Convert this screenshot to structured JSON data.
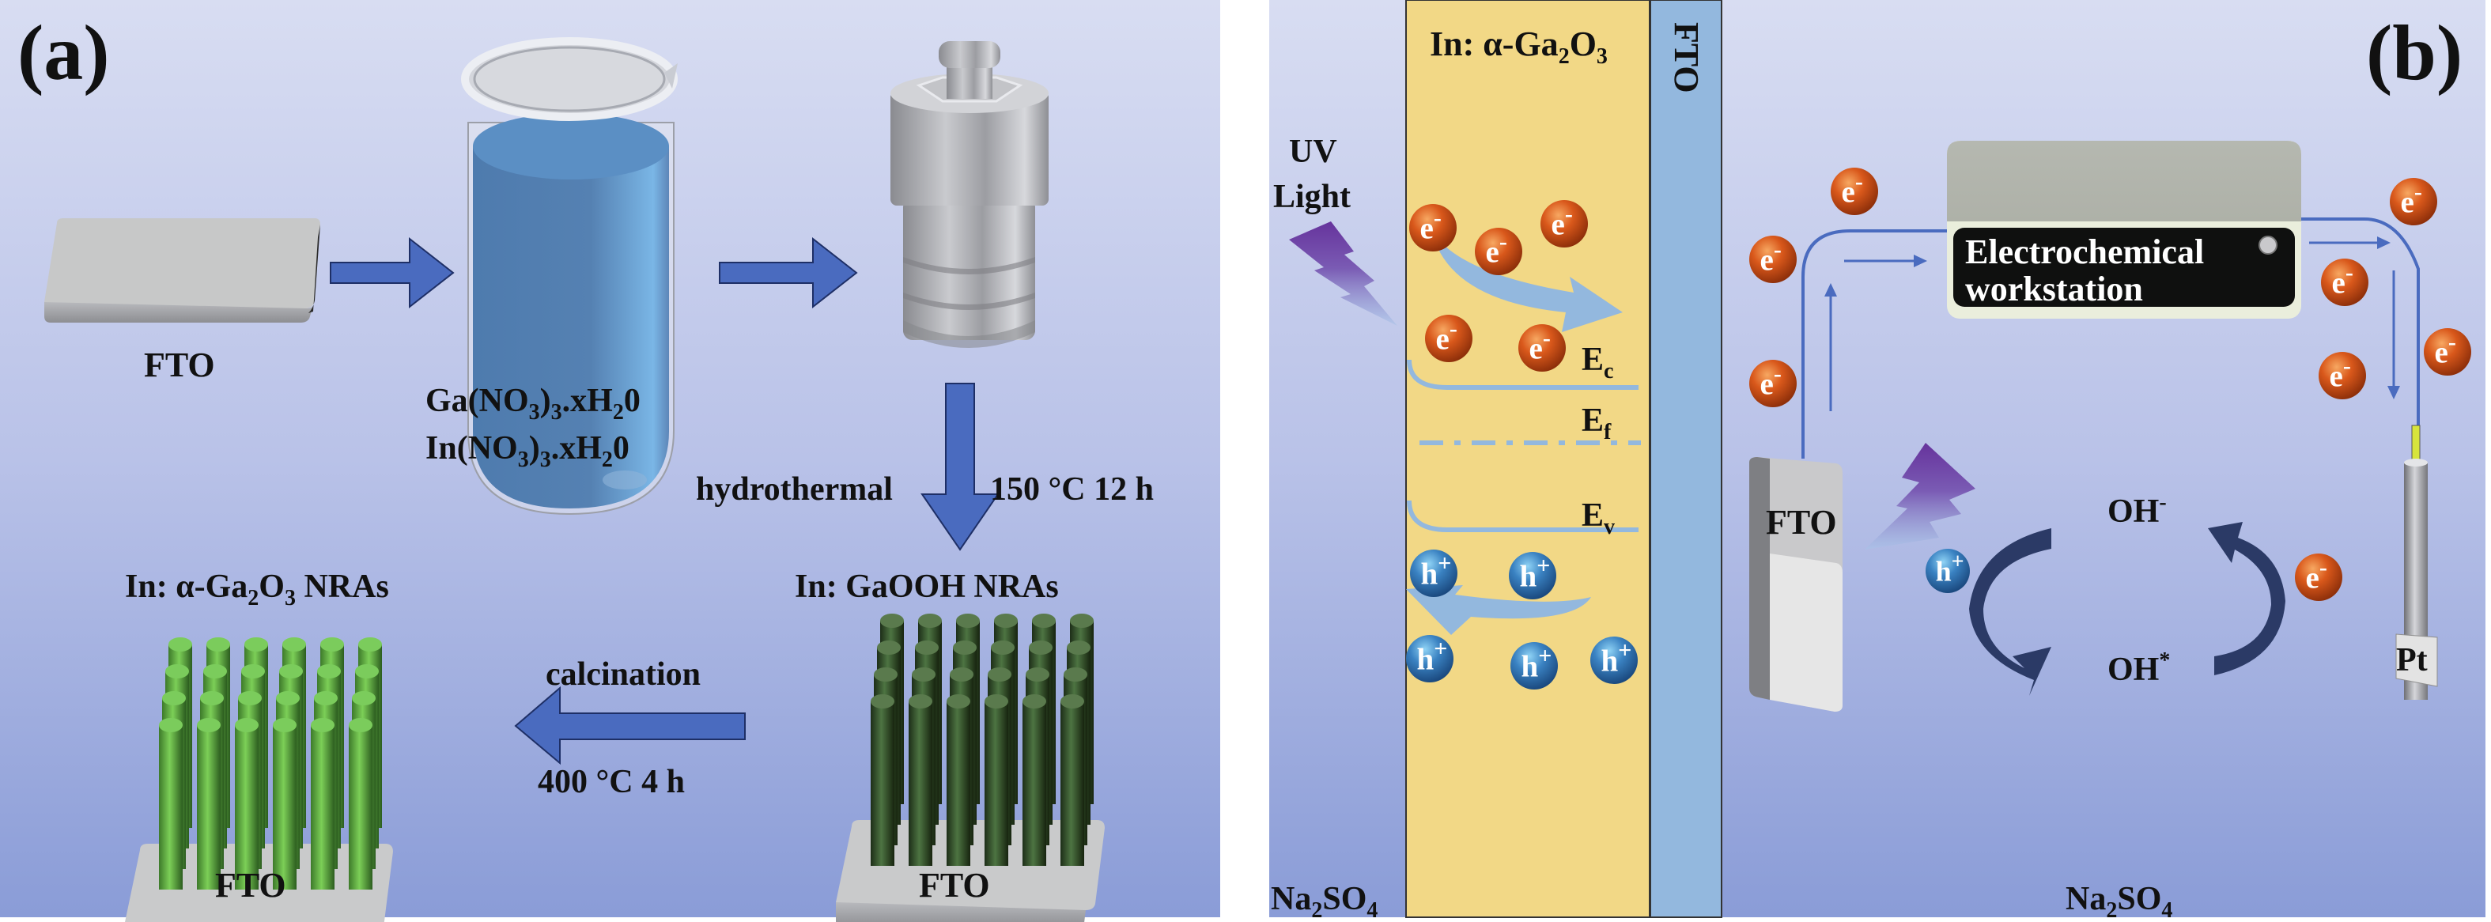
{
  "panel_a": {
    "label": "(a)",
    "step1": {
      "name": "FTO"
    },
    "step2": {
      "reagents": [
        {
          "prefix": "Ga(NO",
          "s1": "3",
          "mid": ")",
          "s2": "3",
          "rest": ".xH",
          "s3": "2",
          "end": "0"
        },
        {
          "prefix": "In(NO",
          "s1": "3",
          "mid": ")",
          "s2": "3",
          "rest": ".xH",
          "s3": "2",
          "end": "0"
        }
      ]
    },
    "hydrothermal": {
      "process": "hydrothermal",
      "conditions": "150 °C  12 h"
    },
    "gaooh": {
      "title": "In: GaOOH NRAs",
      "substrate": "FTO"
    },
    "calcination": {
      "process": "calcination",
      "conditions": "400 °C   4 h"
    },
    "ga2o3": {
      "title_prefix": "In: α-Ga",
      "s1": "2",
      "mid": "O",
      "s2": "3",
      "suffix": " NRAs",
      "substrate": "FTO"
    }
  },
  "panel_b": {
    "label": "(b)",
    "layer_title": {
      "prefix": "In: α-Ga",
      "s1": "2",
      "mid": "O",
      "s2": "3"
    },
    "fto_layer": "FTO",
    "uv_label_1": "UV",
    "uv_label_2": "Light",
    "bands": {
      "ec": "E",
      "ec_sub": "c",
      "ef": "E",
      "ef_sub": "f",
      "ev": "E",
      "ev_sub": "v"
    },
    "electron": {
      "base": "e",
      "sup": "-"
    },
    "hole": {
      "base": "h",
      "sup": "+"
    },
    "electrolyte_left": {
      "base": "Na",
      "s1": "2",
      "mid": "SO",
      "s2": "4"
    },
    "electrolyte_right": {
      "base": "Na",
      "s1": "2",
      "mid": "SO",
      "s2": "4"
    },
    "workstation": {
      "line1": "Electrochemical",
      "line2": "workstation"
    },
    "photoanode": "FTO",
    "counter_electrode": "Pt",
    "oh_minus": {
      "base": "OH",
      "sup": "-"
    },
    "oh_star": {
      "base": "OH",
      "sup": "*"
    }
  },
  "colors": {
    "bg_top": "#d6dbf1",
    "bg_bottom": "#8c9ed8",
    "arrow_blue": "#4a6bbf",
    "layer_yellow": "#f2d886",
    "fto_blue": "#93b8de",
    "electron_orange": "#d8561a",
    "hole_blue": "#2f6fb0",
    "bolt_purple": "#6a36a0",
    "cycle_navy": "#2b3a66",
    "rod_green_light": "#6cc04a",
    "rod_green_dark": "#2d4a25"
  }
}
